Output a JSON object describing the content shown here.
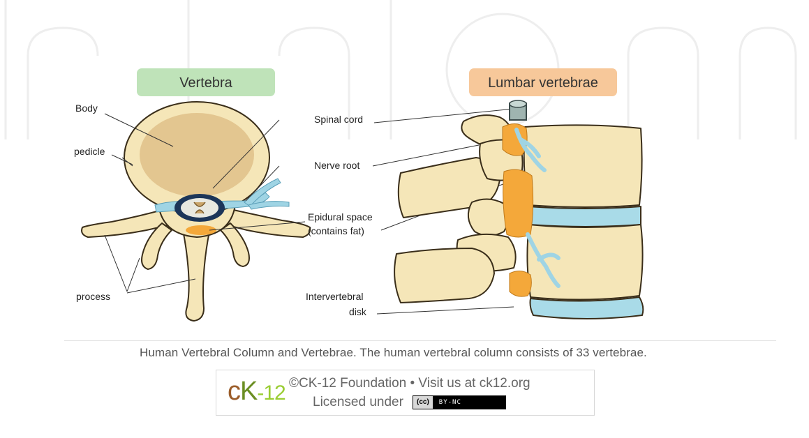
{
  "diagram": {
    "left_title": "Vertebra",
    "right_title": "Lumbar vertebrae",
    "labels": {
      "body": "Body",
      "pedicle": "pedicle",
      "process": "process",
      "spinal_cord": "Spinal cord",
      "nerve_root": "Nerve root",
      "epidural_line1": "Epidural space",
      "epidural_line2": "(contains fat)",
      "intervertebral_line1": "Intervertebral",
      "intervertebral_line2": "disk"
    },
    "colors": {
      "bone": "#f5e6b8",
      "bone_outline": "#3a2e1a",
      "body_center": "#e3c690",
      "disk": "#a9dbe8",
      "nerve": "#9fd4e4",
      "fat": "#f4a83a",
      "cord": "#1c3559",
      "left_title_bg": "#bfe3b9",
      "right_title_bg": "#f7c89a"
    }
  },
  "caption": "Human Vertebral Column and Vertebrae. The human vertebral column consists of 33 vertebrae.",
  "credit": {
    "logo_c": "c",
    "logo_k": "K",
    "logo_num": "-12",
    "line1": "©CK-12 Foundation • Visit us at ck12.org",
    "line2": "Licensed under",
    "cc_icon": "(cc)",
    "cc_text": "BY-NC"
  }
}
